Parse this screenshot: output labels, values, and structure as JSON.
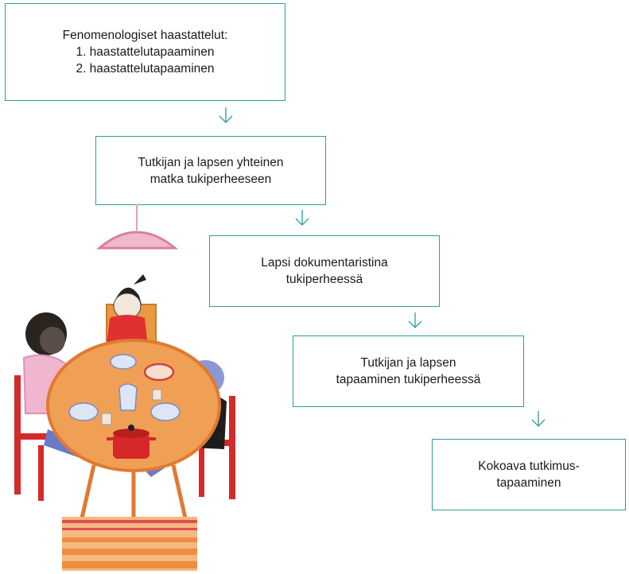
{
  "diagram": {
    "steps": [
      {
        "lines": [
          "Fenomenologiset haastattelut:",
          "1. haastattelutapaaminen",
          "2. haastattelutapaaminen"
        ]
      },
      {
        "lines": [
          "Tutkijan ja lapsen yhteinen",
          "matka tukiperheeseen"
        ]
      },
      {
        "lines": [
          "Lapsi dokumentaristina",
          "tukiperheessä"
        ]
      },
      {
        "lines": [
          "Tutkijan ja lapsen",
          "tapaaminen tukiperheessä"
        ]
      },
      {
        "lines": [
          "Kokoava tutkimus-",
          "tapaaminen"
        ]
      }
    ],
    "colors": {
      "border": "#2a9d9f",
      "arrow": "#2a9d9f"
    },
    "connector_icon": "chevron-down-arrow-icon",
    "illustration_icon": "family-dinner-table-illustration"
  }
}
